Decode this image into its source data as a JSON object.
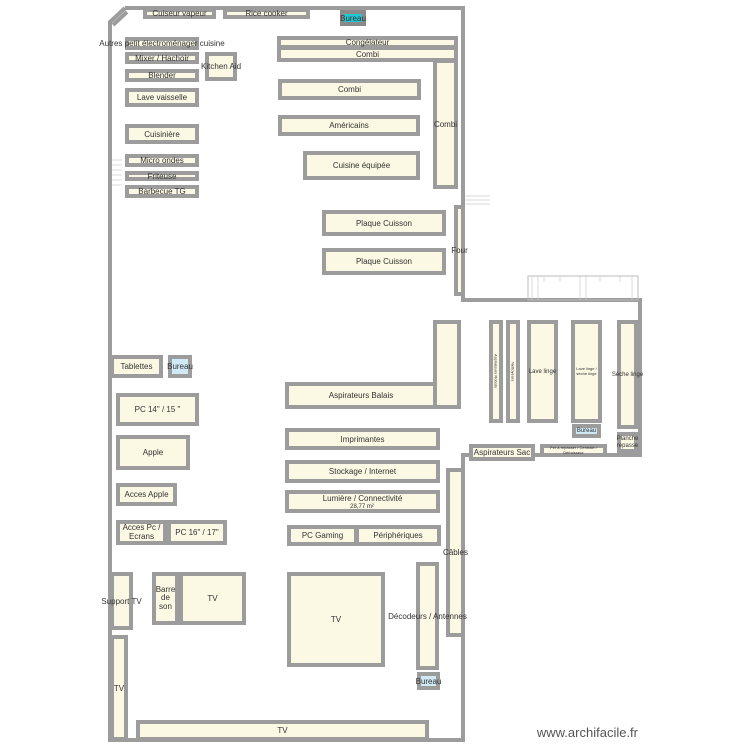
{
  "items": [
    {
      "label": "Cuiseur vapeur"
    },
    {
      "label": "Rice cooker"
    },
    {
      "label": "Bureau"
    },
    {
      "label": "Autres petit électroménager cuisine"
    },
    {
      "label": "Mixer / Hachoir"
    },
    {
      "label": "Kitchen Aid"
    },
    {
      "label": "Blender"
    },
    {
      "label": "Lave vaisselle"
    },
    {
      "label": "Cuisinière"
    },
    {
      "label": "Micro ondes"
    },
    {
      "label": "Friteuse"
    },
    {
      "label": "Barbecue TG"
    },
    {
      "label": "Congélateur"
    },
    {
      "label": "Combi"
    },
    {
      "label": "Combi"
    },
    {
      "label": "Combi"
    },
    {
      "label": "Américains"
    },
    {
      "label": "Cuisine équipée"
    },
    {
      "label": "Plaque Cuisson"
    },
    {
      "label": "Plaque Cuisson"
    },
    {
      "label": "Four"
    },
    {
      "label": "Tablettes"
    },
    {
      "label": "Bureau"
    },
    {
      "label": "PC 14\" / 15 \""
    },
    {
      "label": "Apple"
    },
    {
      "label": "Acces Apple"
    },
    {
      "label": "Acces Pc / Ecrans"
    },
    {
      "label": "PC 16\" / 17\""
    },
    {
      "label": "Aspirateurs Balais"
    },
    {
      "label": "Imprimantes"
    },
    {
      "label": "Stockage / Internet"
    },
    {
      "label": "Lumière / Connectivité"
    },
    {
      "label": "PC Gaming"
    },
    {
      "label": "Périphériques"
    },
    {
      "label": "Câbles"
    },
    {
      "label": "Support TV"
    },
    {
      "label": "Barre de son"
    },
    {
      "label": "TV"
    },
    {
      "label": "TV"
    },
    {
      "label": "Décodeurs / Antennes"
    },
    {
      "label": "Bureau"
    },
    {
      "label": "TV"
    },
    {
      "label": "TV"
    },
    {
      "label": "Aspirateurs Robots"
    },
    {
      "label": "Nettoyeurs"
    },
    {
      "label": "Lave linge"
    },
    {
      "label": "Lave linge / sèche linge"
    },
    {
      "label": "Sèche linge"
    },
    {
      "label": "Bureau"
    },
    {
      "label": "Planche repasse"
    },
    {
      "label": "Aspirateurs Sac"
    },
    {
      "label": "Fer à repasser / Centrale / Défroisseur"
    }
  ],
  "area": "28,77 m²",
  "watermark": "www.archifacile.fr",
  "colors": {
    "wall": "#9c9c9c",
    "fill": "#fbf8e3",
    "bureau_cyan": "#22c7d2",
    "bureau_light": "#cfe9f5"
  }
}
